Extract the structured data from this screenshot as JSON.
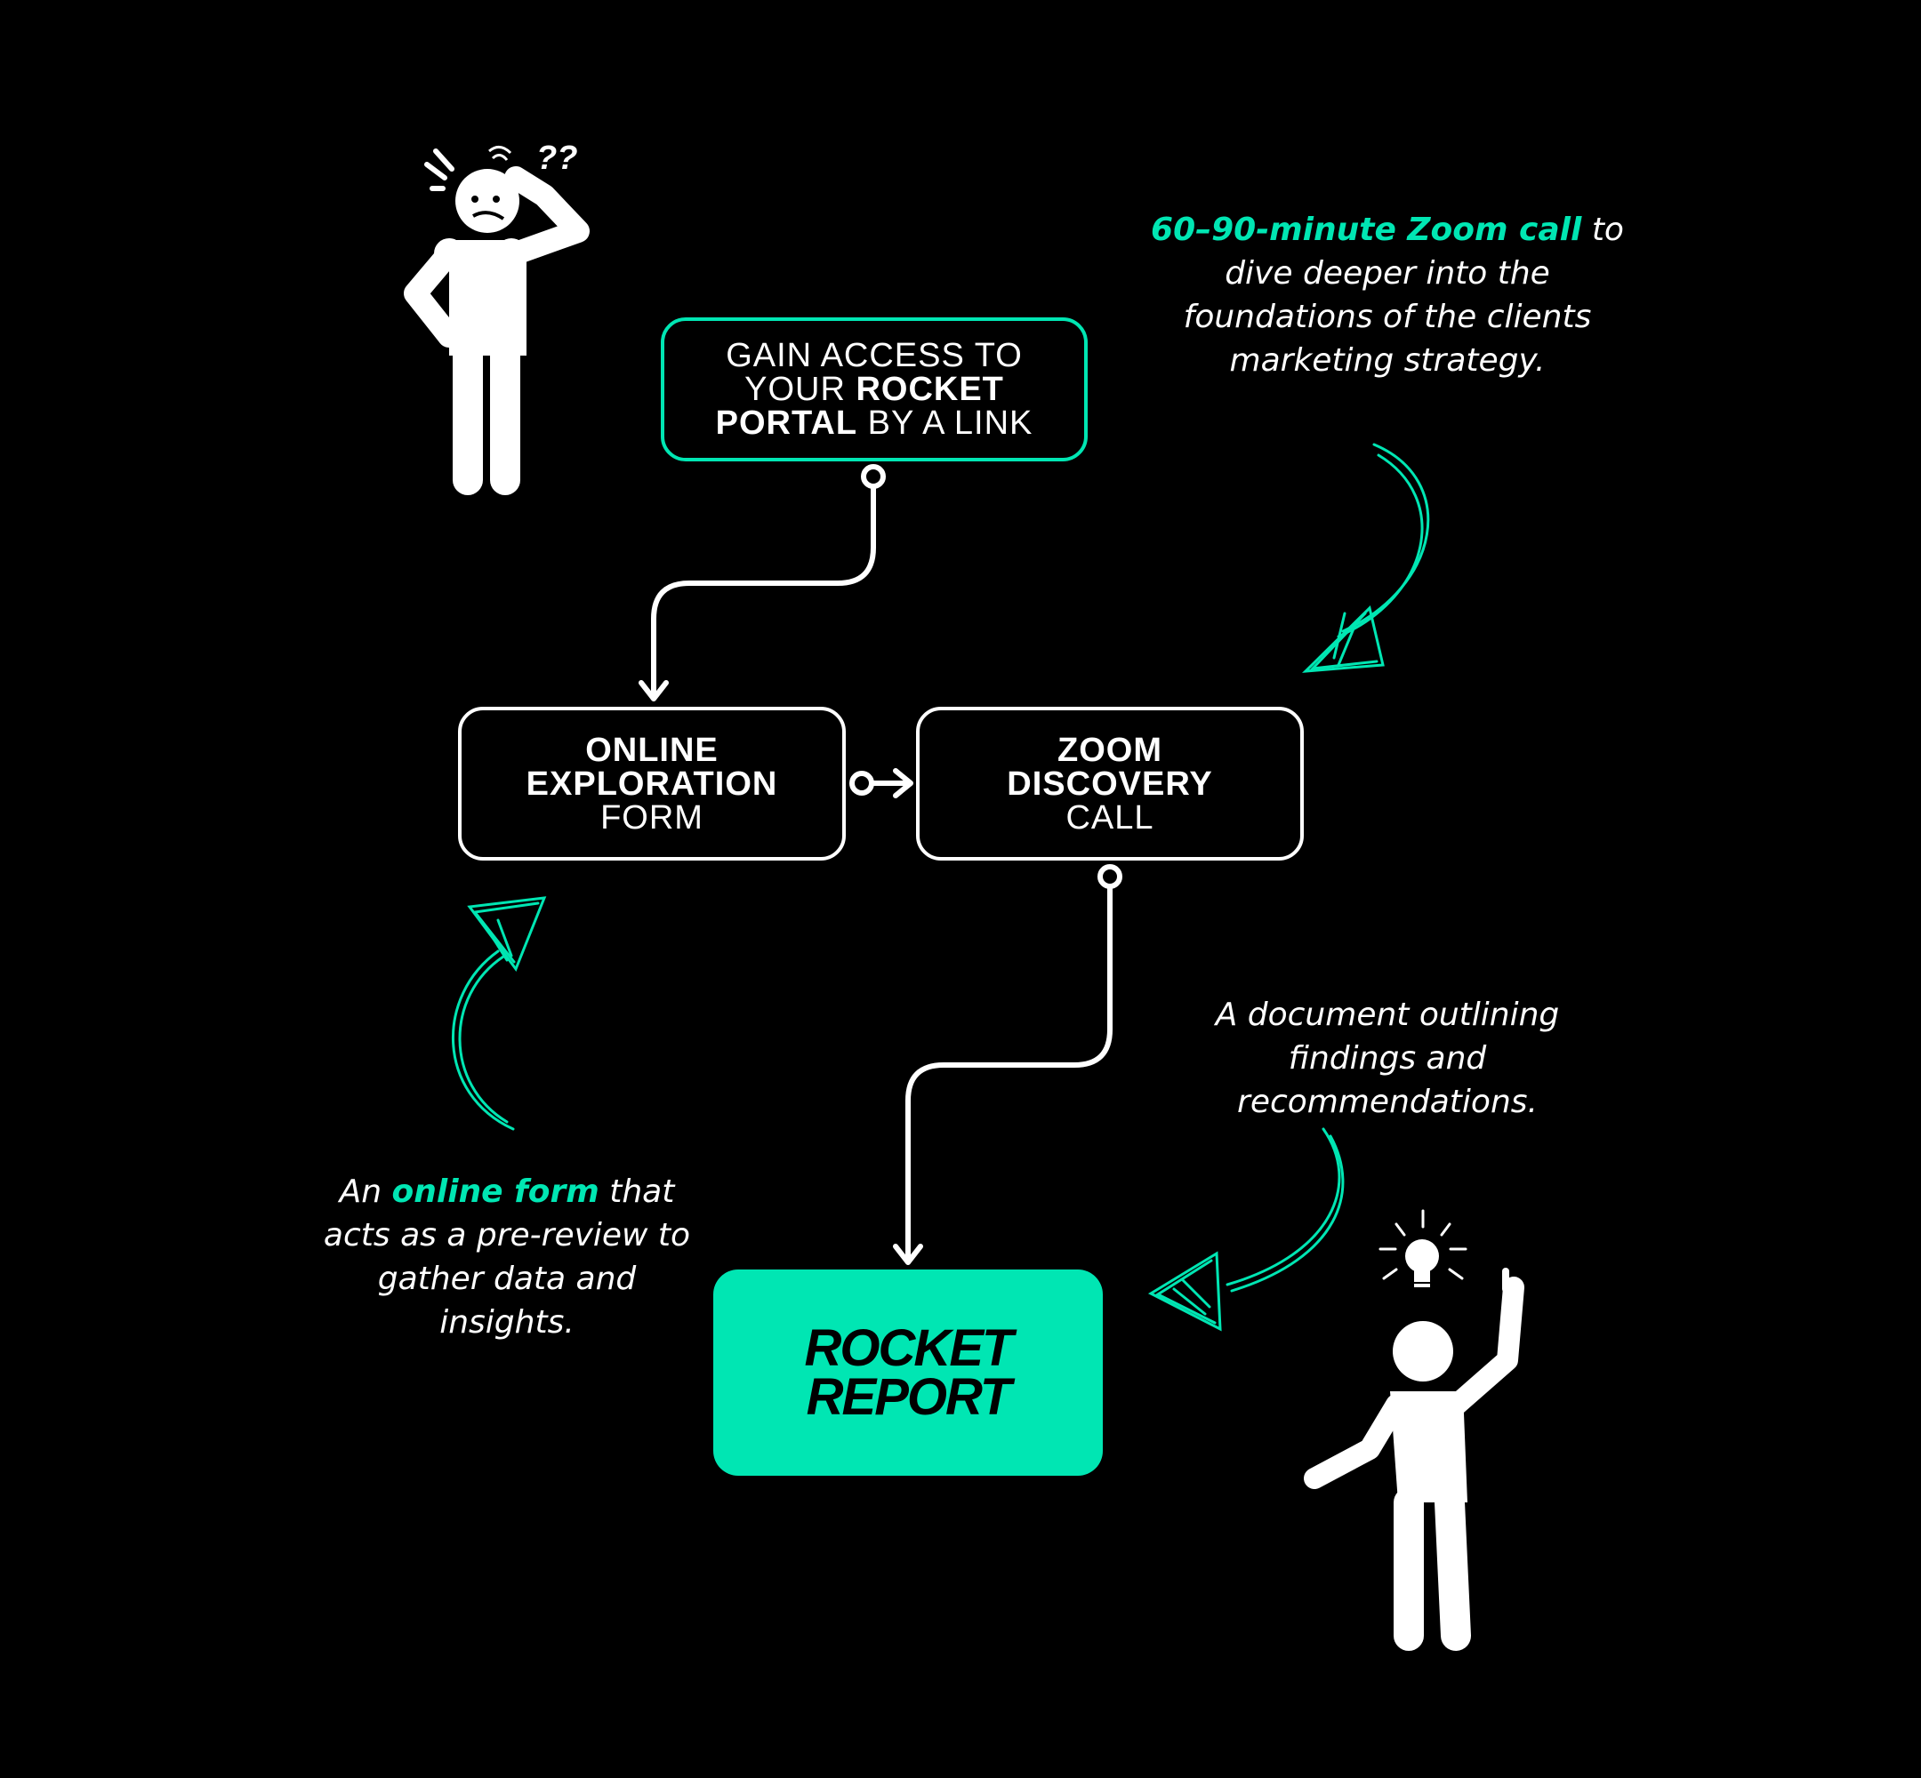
{
  "portal_box": {
    "line1": "GAIN ACCESS TO",
    "line2_normal": "YOUR ",
    "line2_bold": "ROCKET",
    "line3_bold": "PORTAL",
    "line3_normal": " BY A LINK"
  },
  "form_box": {
    "line1": "ONLINE",
    "line2": "EXPLORATION",
    "line3": "FORM"
  },
  "zoom_box": {
    "line1": "ZOOM",
    "line2": "DISCOVERY",
    "line3": "CALL"
  },
  "report_box": {
    "line1": "ROCKET",
    "line2": "REPORT"
  },
  "note_zoom": {
    "accent": "60–90-minute Zoom call",
    "text": " to dive deeper into the foundations of the clients marketing strategy."
  },
  "note_form": {
    "prefix": "An ",
    "accent": "online form",
    "text": " that acts as a pre-review to gather data and insights."
  },
  "note_report": {
    "text": "A document outlining findings and recommendations."
  },
  "colors": {
    "accent": "#00e6b3",
    "background": "#000000",
    "foreground": "#ffffff"
  },
  "icons": {
    "confused_person": "confused-person-icon",
    "idea_person": "idea-person-icon",
    "lightbulb": "lightbulb-icon",
    "sketch_arrow": "sketch-arrow-icon"
  }
}
